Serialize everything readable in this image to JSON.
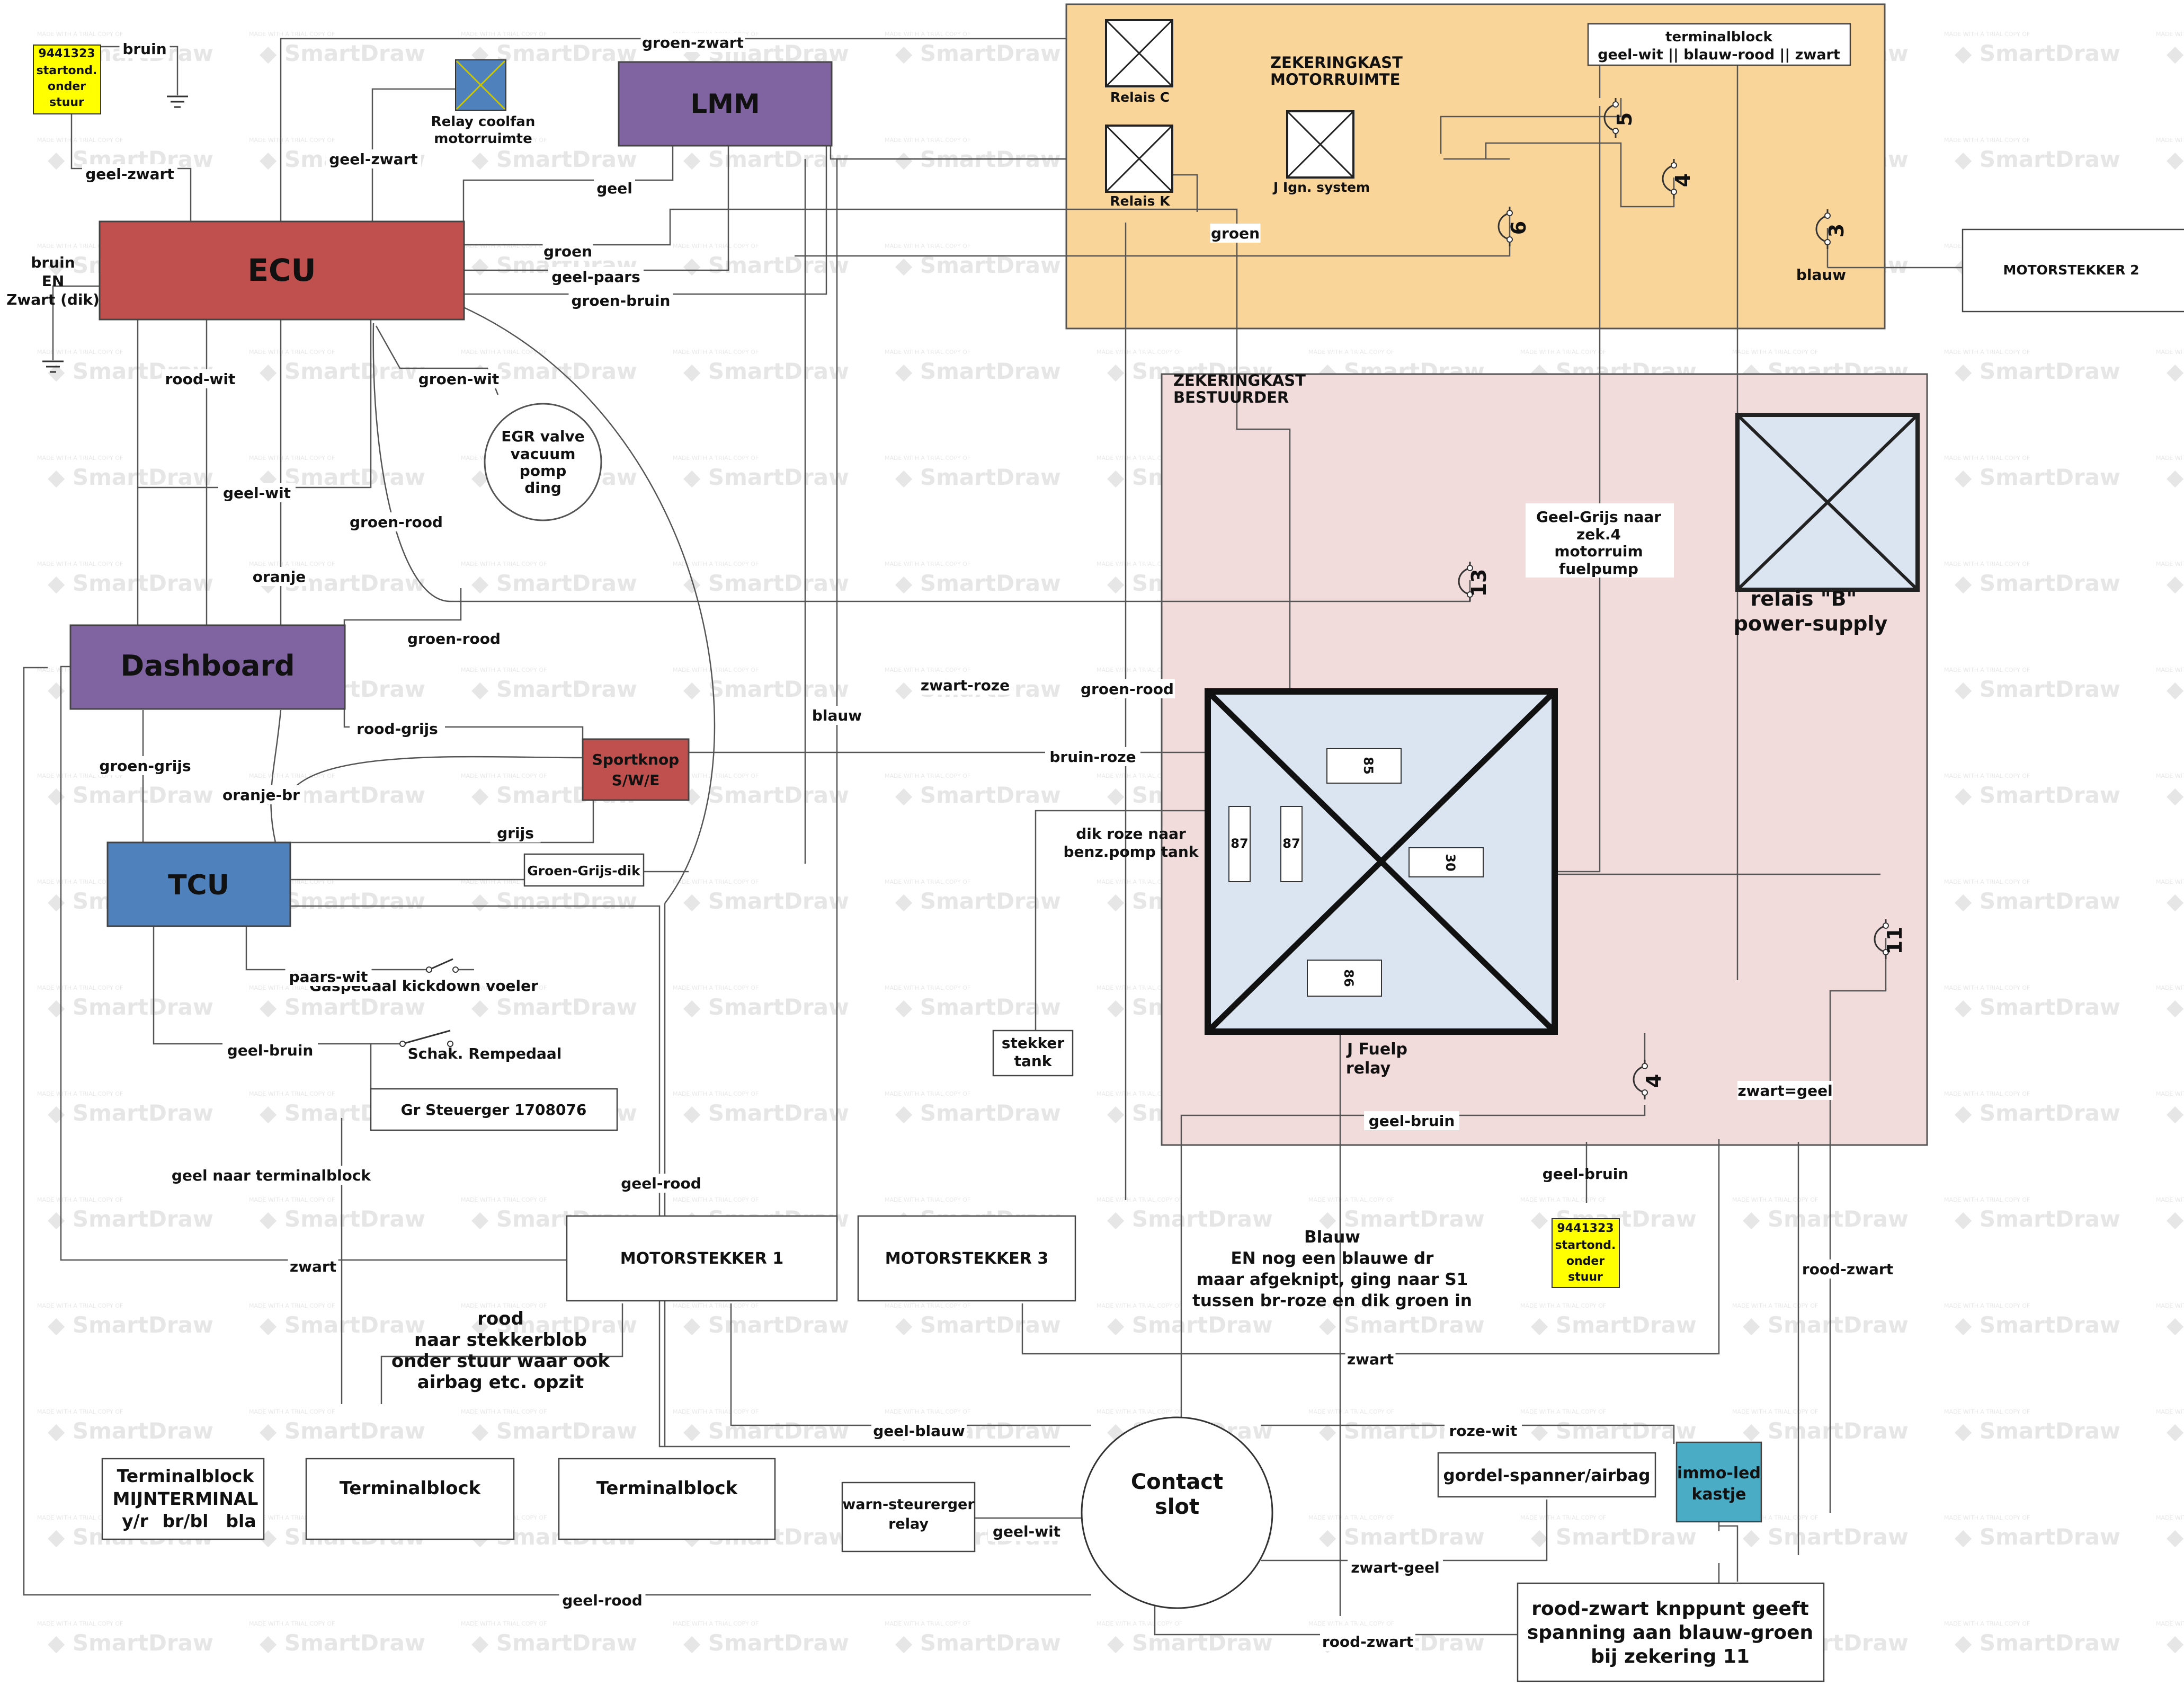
{
  "watermark": {
    "text": "SmartDraw",
    "small": "MADE WITH A TRIAL COPY OF"
  },
  "colors": {
    "ecu": "#c0504d",
    "purple": "#8064a2",
    "tcu": "#4f81bd",
    "fuse_orange": "#fad59a",
    "fuse_pink": "#f2dcdb",
    "relay_blue": "#dbe5f1",
    "yellow_note": "#ffff00",
    "immo": "#4bacc6"
  },
  "areas": {
    "engine": {
      "title1": "ZEKERINGKAST",
      "title2": "MOTORRUIMTE"
    },
    "driver": {
      "title1": "ZEKERINGKAST",
      "title2": "BESTUURDER"
    }
  },
  "components": {
    "ecu": "ECU",
    "lmm": "LMM",
    "dashboard": "Dashboard",
    "tcu": "TCU",
    "sportknop": [
      "Sportknop",
      "S/W/E"
    ],
    "relay_coolfan": [
      "Relay coolfan",
      "motorruimte"
    ],
    "egr": [
      "EGR valve",
      "vacuum",
      "pomp",
      "ding"
    ],
    "relais_c": "Relais C",
    "relais_k": "Relais K",
    "j_ign": "J Ign. system",
    "terminalblock_top": [
      "terminalblock",
      "geel-wit || blauw-rood || zwart"
    ],
    "motorstekker2": "MOTORSTEKKER 2",
    "relais_b": [
      "relais \"B\"",
      "power-supply"
    ],
    "j_fuelp": [
      "J Fuelp",
      "relay"
    ],
    "pins": {
      "p85": "85",
      "p87a": "87",
      "p87b": "87",
      "p30": "30",
      "p86": "86"
    },
    "groen_grijs_dik": "Groen-Grijs-dik",
    "gr_steuerger": "Gr Steuerger 1708076",
    "gaspedaal": "Gaspedaal kickdown voeler",
    "schak_rempedaal": "Schak. Rempedaal",
    "stekker_tank": [
      "stekker",
      "tank"
    ],
    "motorstekker1": "MOTORSTEKKER 1",
    "motorstekker3": "MOTORSTEKKER 3",
    "contact_slot": [
      "Contact",
      "slot"
    ],
    "gordel": "gordel-spanner/airbag",
    "immo": [
      "immo-led",
      "kastje"
    ],
    "warn": [
      "warn-steurerger",
      "relay"
    ],
    "terminalblock_mijn": [
      "Terminalblock",
      "MIJNTERMINAL",
      "y/r",
      "br/bl",
      "bla"
    ],
    "terminalblock2": "Terminalblock",
    "terminalblock3": "Terminalblock",
    "rood_zwart_note": [
      "rood-zwart knppunt geeft",
      "spanning aan blauw-groen",
      "bij zekering 11"
    ],
    "yellow_note": [
      "9441323",
      "startond.",
      "onder",
      "stuur"
    ]
  },
  "fuses": {
    "f5": "5",
    "f4a": "4",
    "f6": "6",
    "f3": "3",
    "f13": "13",
    "f11": "11",
    "f4b": "4"
  },
  "notes": {
    "bruin_en_zwart": [
      "bruin",
      "EN",
      "Zwart (dik)"
    ],
    "geel_grijs": [
      "Geel-Grijs naar",
      "zek.4",
      "motorruim",
      "fuelpump"
    ],
    "dik_roze": [
      "dik roze naar",
      "benz.pomp tank"
    ],
    "blauw_note": [
      "Blauw",
      "EN nog een blauwe dr",
      "maar afgeknipt, ging naar S1",
      "tussen br-roze en dik groen in"
    ],
    "rood_note": [
      "rood",
      "naar stekkerblob",
      "onder stuur waar ook",
      "airbag etc. opzit"
    ]
  },
  "wire_labels": {
    "bruin": "bruin",
    "groen_zwart": "groen-zwart",
    "geel_zwart_left": "geel-zwart",
    "geel_zwart_mid": "geel-zwart",
    "geel": "geel",
    "groen": "groen",
    "geel_paars": "geel-paars",
    "groen_bruin": "groen-bruin",
    "groen_fuse": "groen",
    "blauw_m2": "blauw",
    "rood_wit": "rood-wit",
    "groen_wit": "groen-wit",
    "geel_wit": "geel-wit",
    "groen_rood_1": "groen-rood",
    "oranje": "oranje",
    "groen_rood_2": "groen-rood",
    "rood_grijs": "rood-grijs",
    "groen_grijs": "groen-grijs",
    "oranje_br": "oranje-br",
    "grijs": "grijs",
    "blauw_mid": "blauw",
    "zwart_roze": "zwart-roze",
    "groen_rood_3": "groen-rood",
    "bruin_roze": "bruin-roze",
    "paars_wit": "paars-wit",
    "geel_bruin_left": "geel-bruin",
    "geel_naar_tb": "geel naar terminalblock",
    "geel_rood_top": "geel-rood",
    "zwart_left": "zwart",
    "geel_bruin_fuse": "geel-bruin",
    "geel_bruin_low": "geel-bruin",
    "zwart_geel": "zwart=geel",
    "rood_zwart_right": "rood-zwart",
    "zwart_bottom": "zwart",
    "geel_blauw": "geel-blauw",
    "roze_wit": "roze-wit",
    "geel_wit_warn": "geel-wit",
    "zwart_geel_bottom": "zwart-geel",
    "geel_rood_bottom": "geel-rood",
    "rood_zwart_bottom": "rood-zwart"
  }
}
